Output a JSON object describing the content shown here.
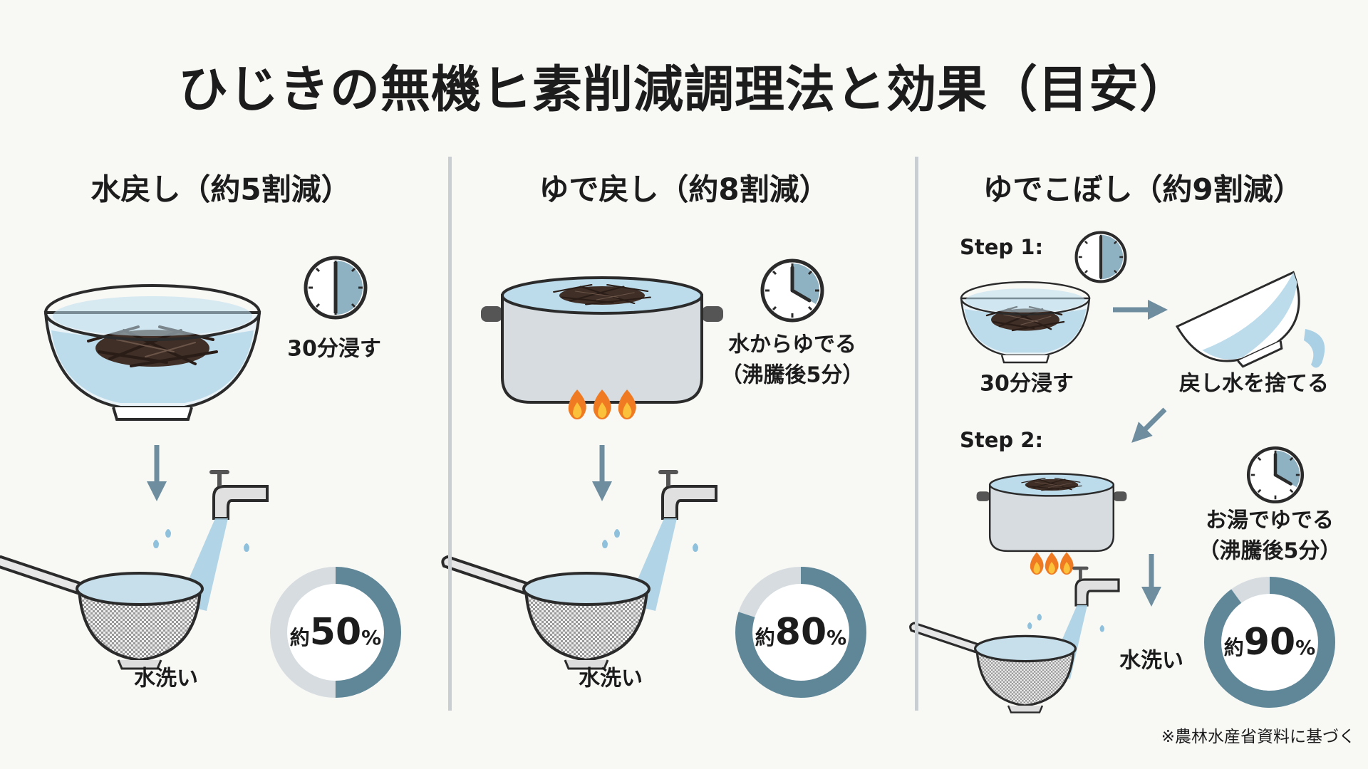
{
  "title": "ひじきの無機ヒ素削減調理法と効果（目安）",
  "columns": [
    {
      "heading": "水戻し（約5割減）",
      "soak_label": "30分浸す",
      "wash_label": "水洗い",
      "reduction": {
        "prefix": "約",
        "value": "50",
        "suffix": "%",
        "percent": 50
      }
    },
    {
      "heading": "ゆで戻し（約8割減）",
      "boil_label_1": "水からゆでる",
      "boil_label_2": "（沸騰後5分）",
      "wash_label": "水洗い",
      "reduction": {
        "prefix": "約",
        "value": "80",
        "suffix": "%",
        "percent": 80
      }
    },
    {
      "heading": "ゆでこぼし（約9割減）",
      "step1": "Step 1:",
      "soak_label": "30分浸す",
      "discard_label": "戻し水を捨てる",
      "step2": "Step 2:",
      "boil_label_1": "お湯でゆでる",
      "boil_label_2": "（沸騰後5分）",
      "wash_label": "水洗い",
      "reduction": {
        "prefix": "約",
        "value": "90",
        "suffix": "%",
        "percent": 90
      }
    }
  ],
  "footnote": "※農林水産省資料に基づく",
  "colors": {
    "accent": "#5f8798",
    "track": "#d6dce0",
    "water": "#bcdcec",
    "flame": "#f07a22"
  }
}
